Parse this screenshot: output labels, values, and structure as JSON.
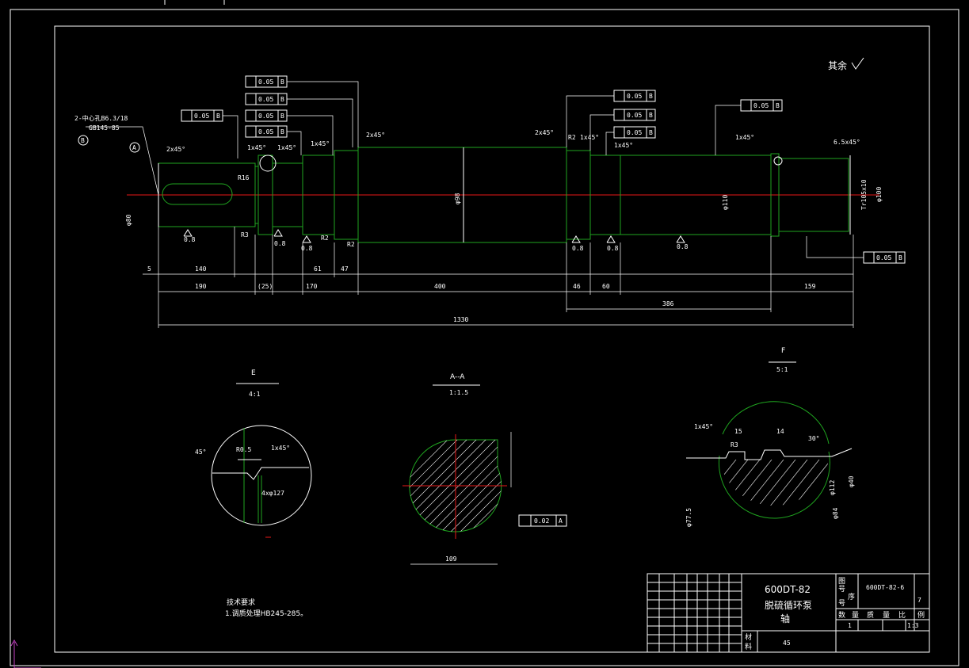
{
  "roughness_note": "其余",
  "center_hole_note": [
    "2-中心孔B6.3/18",
    "GB145-85"
  ],
  "labels": {
    "dims_horizontal": [
      "5",
      "140",
      "190",
      "(25)",
      "170",
      "61",
      "47",
      "400",
      "46",
      "60",
      "386",
      "159",
      "1330"
    ],
    "chamfers": [
      "2x45°",
      "1x45°",
      "1x45°",
      "1x45°",
      "2x45°",
      "2x45°",
      "1x45°",
      "1x45°",
      "1x45°",
      "6.5x45°"
    ],
    "radii": [
      "R16",
      "R3",
      "R2",
      "R2",
      "R2"
    ],
    "tolerances": [
      "0.05",
      "0.05",
      "0.05",
      "0.05",
      "0.05",
      "0.05",
      "0.05",
      "0.05",
      "0.05"
    ],
    "tolerance_ref": "B",
    "roughness_values": [
      "0.8",
      "0.8",
      "0.8",
      "0.8",
      "0.8",
      "0.8"
    ],
    "dims_vertical": [
      "φ80",
      "φ98",
      "Tr105x10",
      "φ100",
      "φ110"
    ],
    "datum_a": "A",
    "datum_b": "B"
  },
  "views": {
    "e": {
      "title": "E",
      "scale": "4:1",
      "angle": "45°",
      "radius": "R0.5",
      "chamfer": "1x45°",
      "dim": "4xφ127"
    },
    "aa": {
      "title": "A--A",
      "scale": "1:1.5",
      "width": "109",
      "tol": "0.02",
      "datum": "A"
    },
    "f": {
      "title": "F",
      "scale": "5:1",
      "chamfer": "1x45°",
      "w1": "15",
      "w2": "14",
      "angle": "30°",
      "radius": "R3",
      "d1": "φ77.5",
      "d2": "φ84",
      "d3": "φ112",
      "d4": "φ40"
    }
  },
  "tech_req": {
    "title": "技术要求",
    "item": "1.调质处理HB245-285。"
  },
  "title_block": {
    "drawing_no_title": "600DT-82",
    "name": "脱硫循环泵",
    "part": "轴",
    "code_label": [
      "图",
      "号",
      "序",
      "号"
    ],
    "code": "600DT-82-6",
    "seq": "7",
    "cols": [
      "数",
      "量",
      "质",
      "量",
      "比",
      "例"
    ],
    "qty": "1",
    "scale": "1:3",
    "material_label": [
      "材",
      "料"
    ],
    "material": "45"
  }
}
